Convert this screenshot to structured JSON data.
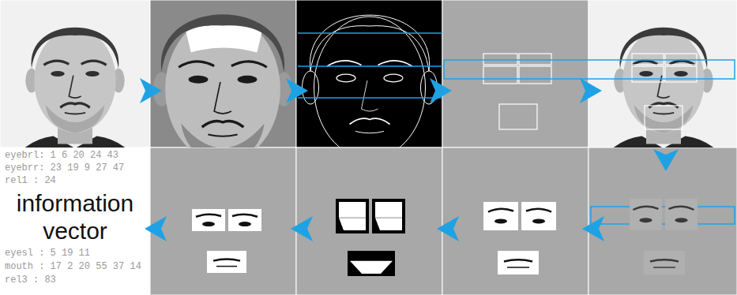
{
  "diagram": {
    "labels": [
      "eyebrl: 1 6 20 24 43",
      "eyebrr: 23 19 9 27 47",
      "rel1 : 24",
      "information vector",
      "eyesl : 5 19 11",
      "mouth : 17 2 20 55 37 14",
      "rel3 : 83"
    ]
  }
}
